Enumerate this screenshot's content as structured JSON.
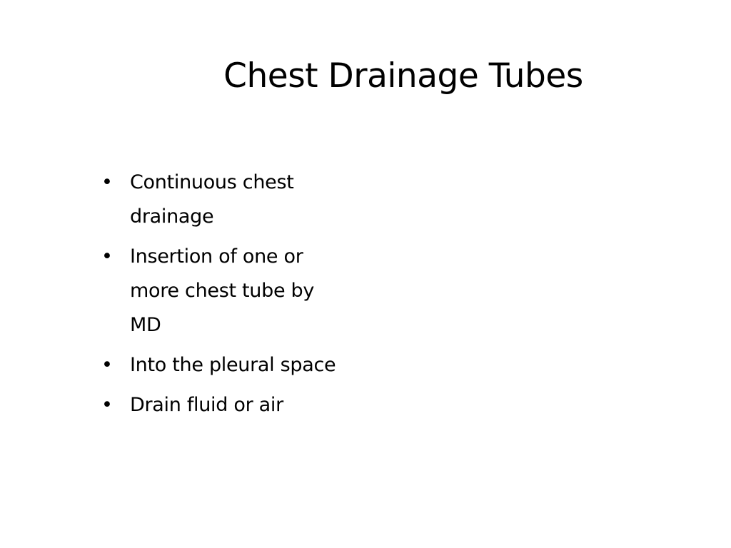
{
  "slide": {
    "title": "Chest Drainage Tubes",
    "bullet_glyph": "•",
    "bullets": [
      "Continuous chest\ndrainage",
      "Insertion of one or\nmore chest tube by\nMD",
      "Into the pleural space",
      "Drain fluid or air"
    ]
  }
}
